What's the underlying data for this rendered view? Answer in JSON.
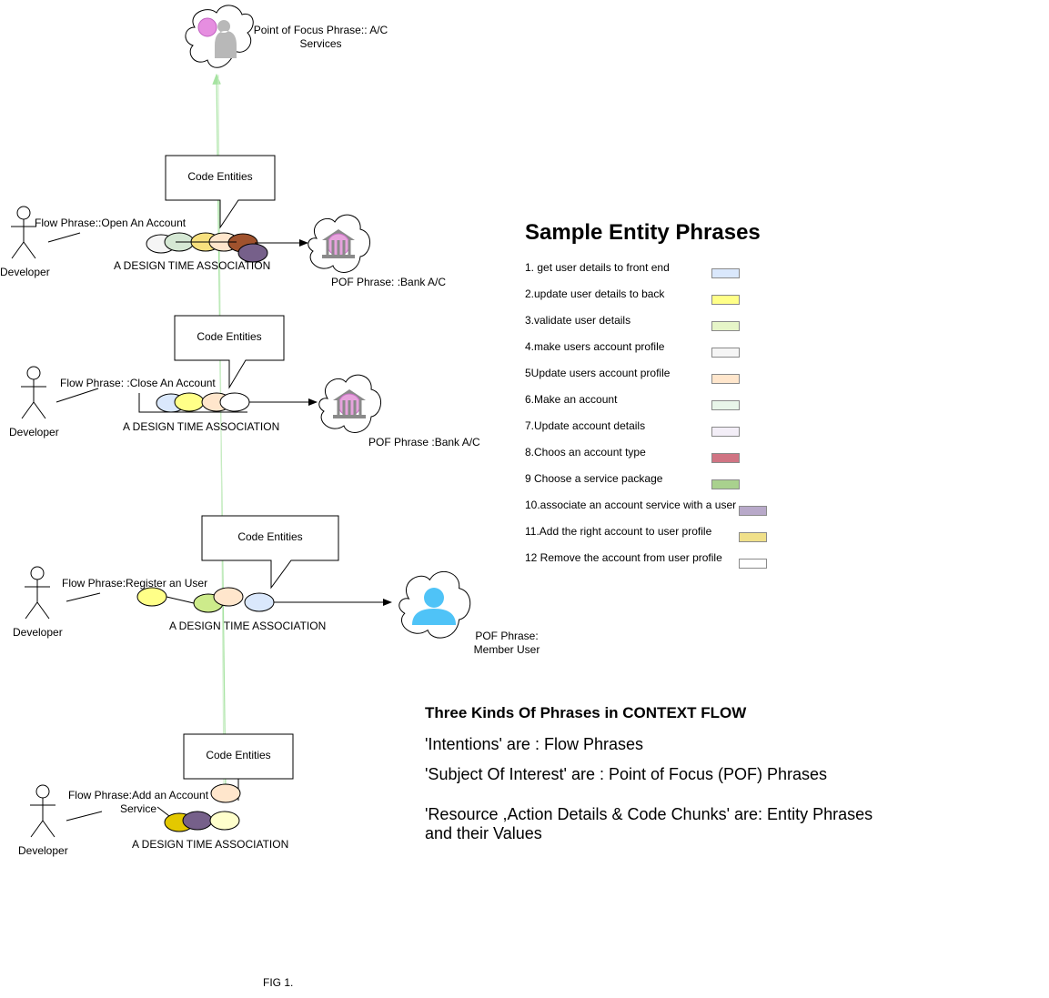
{
  "top_pof": {
    "label_line1": "Point of Focus Phrase:: A/C",
    "label_line2": "Services"
  },
  "flows": [
    {
      "actor": "Developer",
      "flow_phrase": "Flow Phrase::Open An Account",
      "association": "A DESIGN TIME ASSOCIATION",
      "callout": "Code Entities",
      "pof": "POF Phrase: :Bank A/C",
      "pof_line2": "",
      "pof_icon": "bank-icon",
      "entity_colors": [
        "#f5f5f5",
        "#d5e8d4",
        "#f7e07e",
        "#ffe6cc",
        "#a0522d",
        "#76608a"
      ]
    },
    {
      "actor": "Developer",
      "flow_phrase": "Flow Phrase: :Close An Account",
      "association": "A DESIGN TIME ASSOCIATION",
      "callout": "Code Entities",
      "pof": "POF Phrase :Bank A/C",
      "pof_line2": "",
      "pof_icon": "bank-icon",
      "entity_colors": [
        "#dae8fc",
        "#ffff88",
        "#ffe6cc",
        "#ffffff"
      ]
    },
    {
      "actor": "Developer",
      "flow_phrase": "Flow Phrase:Register an User",
      "association": "A DESIGN TIME ASSOCIATION",
      "callout": "Code Entities",
      "pof": "POF Phrase:",
      "pof_line2": "Member User",
      "pof_icon": "user-icon",
      "entity_colors": [
        "#ffff88",
        "#cdeb8b",
        "#ffe6cc",
        "#dae8fc"
      ]
    },
    {
      "actor": "Developer",
      "flow_phrase": "Flow Phrase:Add an Account",
      "flow_phrase_line2": "Service",
      "association": "A DESIGN TIME ASSOCIATION",
      "callout": "Code Entities",
      "pof": "",
      "pof_line2": "",
      "entity_colors": [
        "#e3c800",
        "#76608a",
        "#ffffcc",
        "#ffe6cc"
      ]
    }
  ],
  "legend": {
    "title": "Sample Entity Phrases",
    "items": [
      {
        "label": "1. get user details to front end",
        "color": "#dae8fc"
      },
      {
        "label": "2.update user details to back",
        "color": "#ffff88"
      },
      {
        "label": "3.validate user details",
        "color": "#e6f5c8"
      },
      {
        "label": "4.make users account profile",
        "color": "#f5f5f5"
      },
      {
        "label": "5Update users account profile",
        "color": "#ffe6cc"
      },
      {
        "label": "6.Make an account",
        "color": "#e8f5e9"
      },
      {
        "label": "7.Update account details",
        "color": "#f3eef7"
      },
      {
        "label": "8.Choos an account type",
        "color": "#d07483"
      },
      {
        "label": "9 Choose a service package",
        "color": "#a9d18e"
      },
      {
        "label": "10.associate an account service with a user",
        "color": "#b8a9c9"
      },
      {
        "label": "11.Add the right account to user profile",
        "color": "#f0e08a"
      },
      {
        "label": "12 Remove the account from user profile",
        "color": "#ffffff"
      }
    ]
  },
  "kinds": {
    "title": "Three Kinds Of Phrases in CONTEXT FLOW",
    "line1": "'Intentions' are : Flow Phrases",
    "line2": "'Subject Of Interest' are : Point of Focus (POF) Phrases",
    "line3": "'Resource ,Action Details & Code Chunks' are: Entity Phrases and their Values"
  },
  "figure_label": "FIG  1."
}
